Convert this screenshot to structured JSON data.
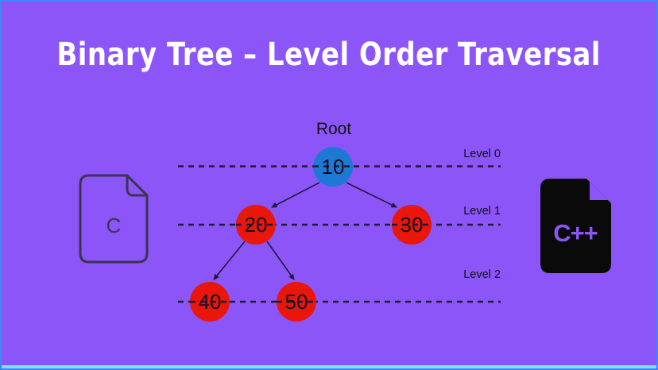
{
  "title": "Binary Tree – Level Order Traversal",
  "colors": {
    "background": "#8B55F7",
    "border_blue": "#4184F8",
    "bottom_cyan": "#74E7F3",
    "title_text": "#FFFFFF",
    "node_root_blue": "#1E78D6",
    "node_red": "#E9160C",
    "text_dark": "#101018",
    "line_dark": "#201838",
    "c_icon_outline": "#3A3450",
    "cpp_icon_fill": "#0A0A0A"
  },
  "tree": {
    "root_label": "Root",
    "nodes": [
      {
        "value": "10",
        "level": 0
      },
      {
        "value": "20",
        "level": 1
      },
      {
        "value": "30",
        "level": 1
      },
      {
        "value": "40",
        "level": 2
      },
      {
        "value": "50",
        "level": 2
      }
    ],
    "edges": [
      {
        "from": "10",
        "to": "20"
      },
      {
        "from": "10",
        "to": "30"
      },
      {
        "from": "20",
        "to": "40"
      },
      {
        "from": "20",
        "to": "50"
      }
    ],
    "levels": [
      {
        "label": "Level 0"
      },
      {
        "label": "Level 1"
      },
      {
        "label": "Level 2"
      }
    ]
  },
  "icons": {
    "c_file_label": "C",
    "cpp_file_label": "C++"
  }
}
